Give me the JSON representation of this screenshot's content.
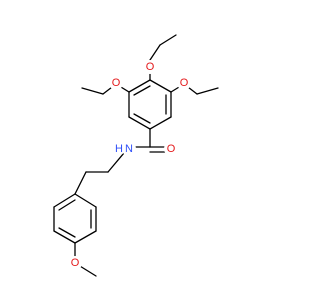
{
  "molecule": {
    "atoms": [
      {
        "id": "o_para",
        "label": "O",
        "color": "#e41a1c"
      },
      {
        "id": "o_meta_left",
        "label": "O",
        "color": "#e41a1c"
      },
      {
        "id": "o_meta_right",
        "label": "O",
        "color": "#e41a1c"
      },
      {
        "id": "o_carbonyl",
        "label": "O",
        "color": "#e41a1c"
      },
      {
        "id": "n_amide",
        "label": "N",
        "color": "#3050f8"
      },
      {
        "id": "h_amide",
        "label": "H",
        "color": "#3050f8"
      },
      {
        "id": "o_methoxy",
        "label": "O",
        "color": "#e41a1c"
      }
    ]
  }
}
